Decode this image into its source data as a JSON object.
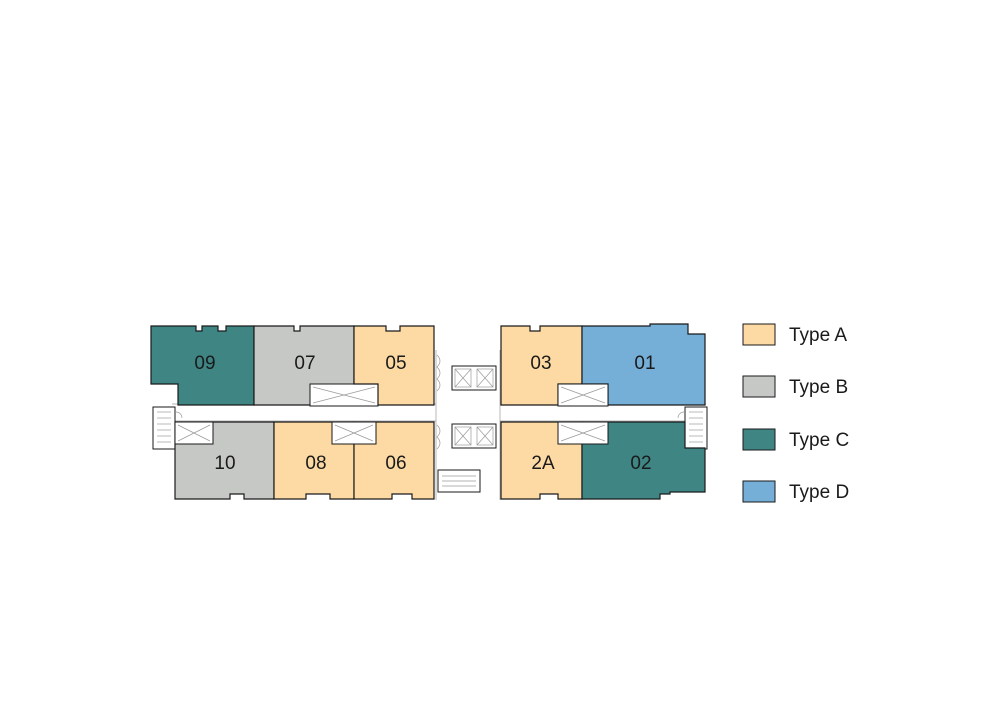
{
  "colors": {
    "type_a": "#FDD9A3",
    "type_b": "#C6C8C5",
    "type_c": "#3E8584",
    "type_d": "#75AED6",
    "outline": "#1a1a1a"
  },
  "units": [
    {
      "label": "09",
      "type": "C"
    },
    {
      "label": "07",
      "type": "B"
    },
    {
      "label": "05",
      "type": "A"
    },
    {
      "label": "03",
      "type": "A"
    },
    {
      "label": "01",
      "type": "D"
    },
    {
      "label": "10",
      "type": "B"
    },
    {
      "label": "08",
      "type": "A"
    },
    {
      "label": "06",
      "type": "A"
    },
    {
      "label": "2A",
      "type": "A"
    },
    {
      "label": "02",
      "type": "C"
    }
  ],
  "legend": [
    {
      "label": "Type A",
      "type": "A"
    },
    {
      "label": "Type B",
      "type": "B"
    },
    {
      "label": "Type C",
      "type": "C"
    },
    {
      "label": "Type D",
      "type": "D"
    }
  ]
}
